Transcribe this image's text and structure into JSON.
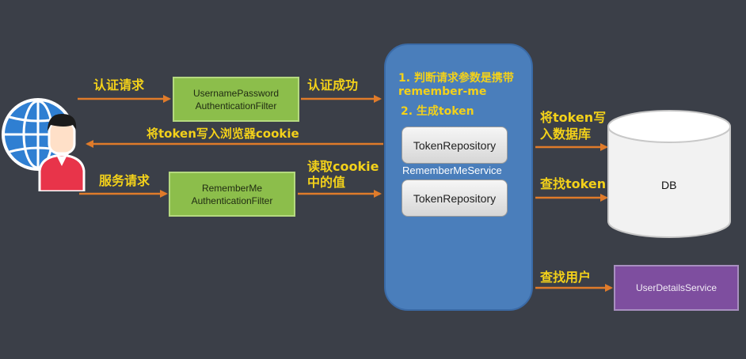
{
  "boxes": {
    "username_filter": {
      "line1": "UsernamePassword",
      "line2": "AuthenticationFilter"
    },
    "rememberme_filter": {
      "line1": "RememberMe",
      "line2": "AuthenticationFilter"
    },
    "token_repo_top": "TokenRepository",
    "token_repo_bottom": "TokenRepository",
    "remember_me_service": "RememberMeService",
    "db": "DB",
    "user_details_service": "UserDetailsService"
  },
  "steps": {
    "step1_line1": "1. 判断请求参数是携带",
    "step1_line2": "remember-me",
    "step2": "2. 生成token"
  },
  "labels": {
    "auth_request": "认证请求",
    "auth_success": "认证成功",
    "write_cookie": "将token写入浏览器cookie",
    "service_request": "服务请求",
    "read_cookie_line1": "读取cookie",
    "read_cookie_line2": "中的值",
    "write_db_line1": "将token写",
    "write_db_line2": "入数据库",
    "find_token": "查找token",
    "find_user": "查找用户"
  },
  "colors": {
    "background": "#3b3f48",
    "arrow": "#e07b2a",
    "label_text": "#f3d11a",
    "filter_box": "#8cbe4b",
    "service_panel": "#4a7ebb",
    "user_service_box": "#7e4e9f"
  },
  "icons": {
    "user": "user-with-globe-icon"
  }
}
